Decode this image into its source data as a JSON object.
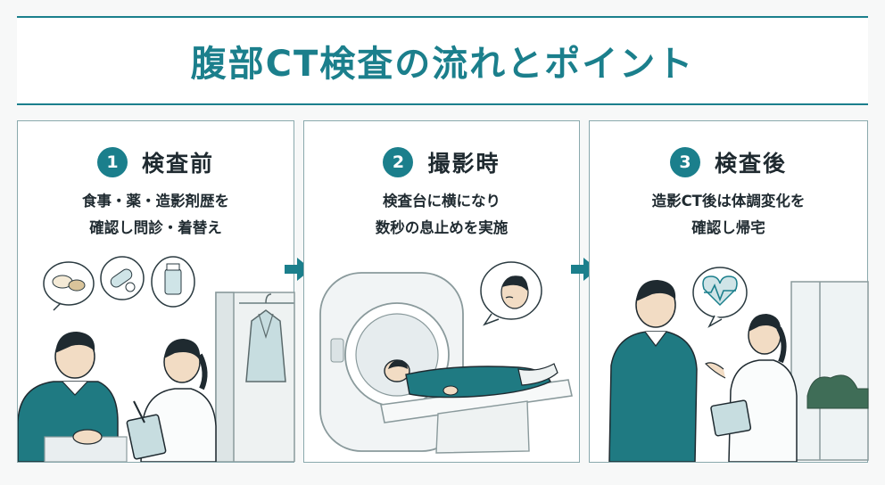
{
  "title": "腹部CT検査の流れとポイント",
  "colors": {
    "accent": "#1b7f8c",
    "sweater": "#1f7a82",
    "border": "#8aa9ad"
  },
  "steps": [
    {
      "number": "1",
      "title": "検査前",
      "lines": [
        "食事・薬・造影剤歴を",
        "確認し問診・着替え"
      ]
    },
    {
      "number": "2",
      "title": "撮影時",
      "lines": [
        "検査台に横になり",
        "数秒の息止めを実施"
      ]
    },
    {
      "number": "3",
      "title": "検査後",
      "lines": [
        "造影CT後は体調変化を",
        "確認し帰宅"
      ]
    }
  ],
  "icons": [
    "meal-icon",
    "pill-icon",
    "medicine-bottle-icon",
    "hanging-gown-icon",
    "breath-hold-icon",
    "heartbeat-icon",
    "arrow-right-icon"
  ]
}
